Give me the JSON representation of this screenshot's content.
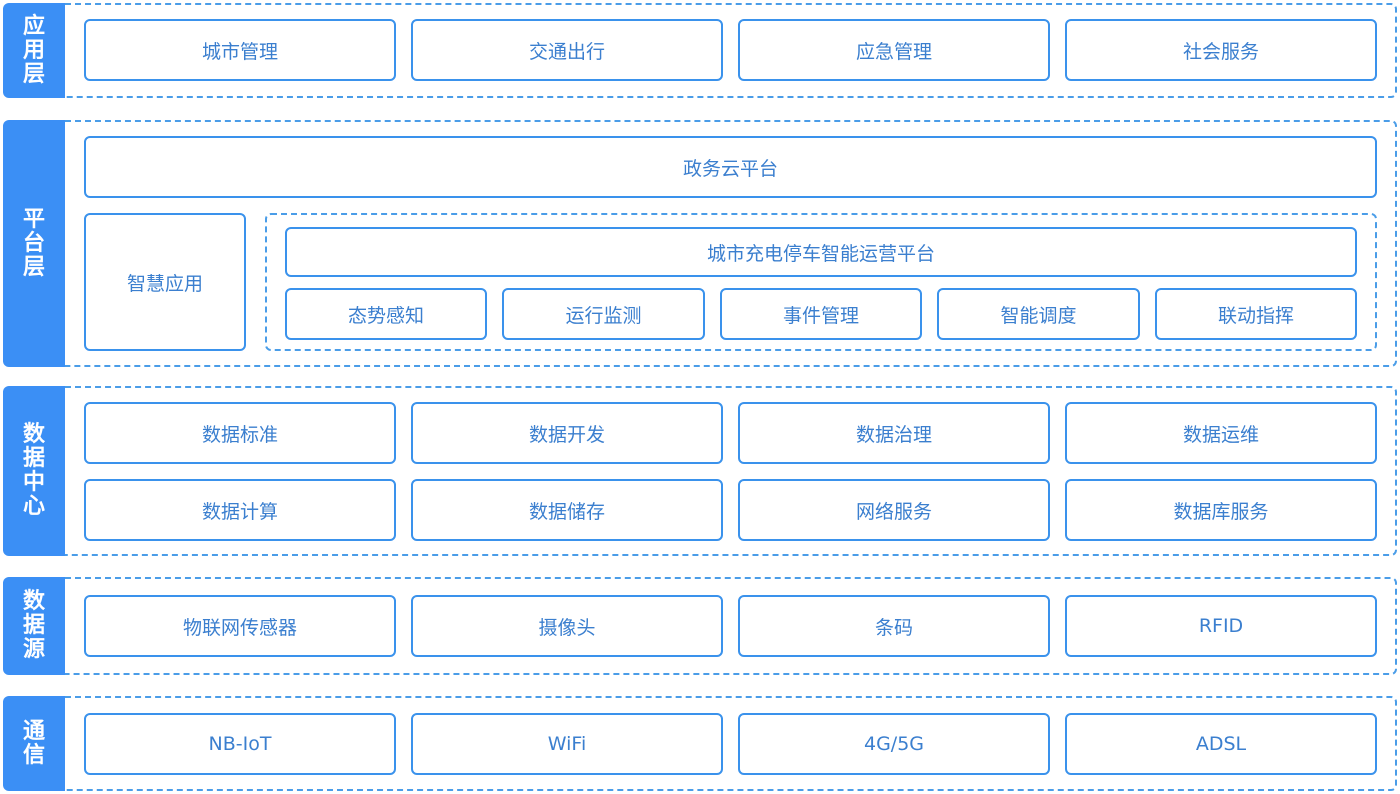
{
  "layers": {
    "app": {
      "label": "应用层",
      "items": [
        "城市管理",
        "交通出行",
        "应急管理",
        "社会服务"
      ]
    },
    "platform": {
      "label": "平台层",
      "cloud": "政务云平台",
      "smart_app": "智慧应用",
      "parking_platform": "城市充电停车智能运营平台",
      "modules": [
        "态势感知",
        "运行监测",
        "事件管理",
        "智能调度",
        "联动指挥"
      ]
    },
    "data_center": {
      "label": "数据中心",
      "row1": [
        "数据标准",
        "数据开发",
        "数据治理",
        "数据运维"
      ],
      "row2": [
        "数据计算",
        "数据储存",
        "网络服务",
        "数据库服务"
      ]
    },
    "data_source": {
      "label": "数据源",
      "items": [
        "物联网传感器",
        "摄像头",
        "条码",
        "RFID"
      ]
    },
    "comm": {
      "label": "通信",
      "items": [
        "NB-IoT",
        "WiFi",
        "4G/5G",
        "ADSL"
      ]
    }
  },
  "colors": {
    "accent": "#3b8ff5",
    "border": "#3a92ec",
    "text": "#3b7fcf"
  }
}
